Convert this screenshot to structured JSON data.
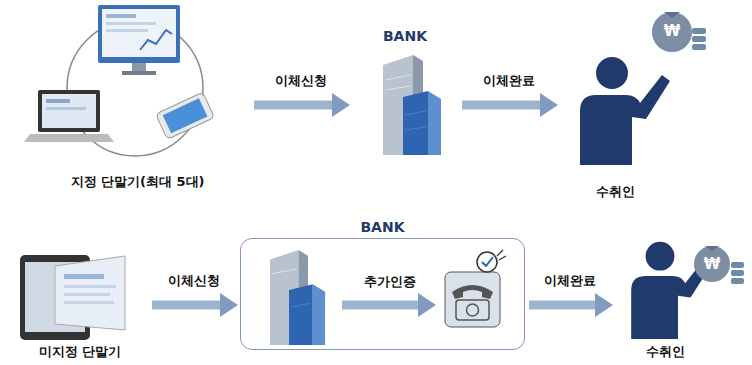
{
  "diagram": {
    "nodes": [
      {
        "text": [
          "지정 단말기(최대 5대)"
        ]
      },
      {
        "text": [
          "BANK"
        ]
      },
      {
        "text": [
          "수취인"
        ]
      },
      {
        "text": [
          "미지정 단말기"
        ]
      },
      {
        "text": [
          "BANK"
        ]
      },
      {
        "text": [
          "수취인"
        ]
      }
    ],
    "edges": [
      {
        "from": 0,
        "to": 1,
        "label": "이체신청",
        "arrow": "to"
      },
      {
        "from": 1,
        "to": 2,
        "label": "이체완료",
        "arrow": "to"
      },
      {
        "from": 3,
        "to": 4,
        "label": "이체신청",
        "arrow": "to"
      },
      {
        "from": 4,
        "to": 5,
        "label": "이체완료",
        "arrow": "to"
      }
    ],
    "labels": [
      "추가인증",
      "₩",
      "₩"
    ]
  }
}
